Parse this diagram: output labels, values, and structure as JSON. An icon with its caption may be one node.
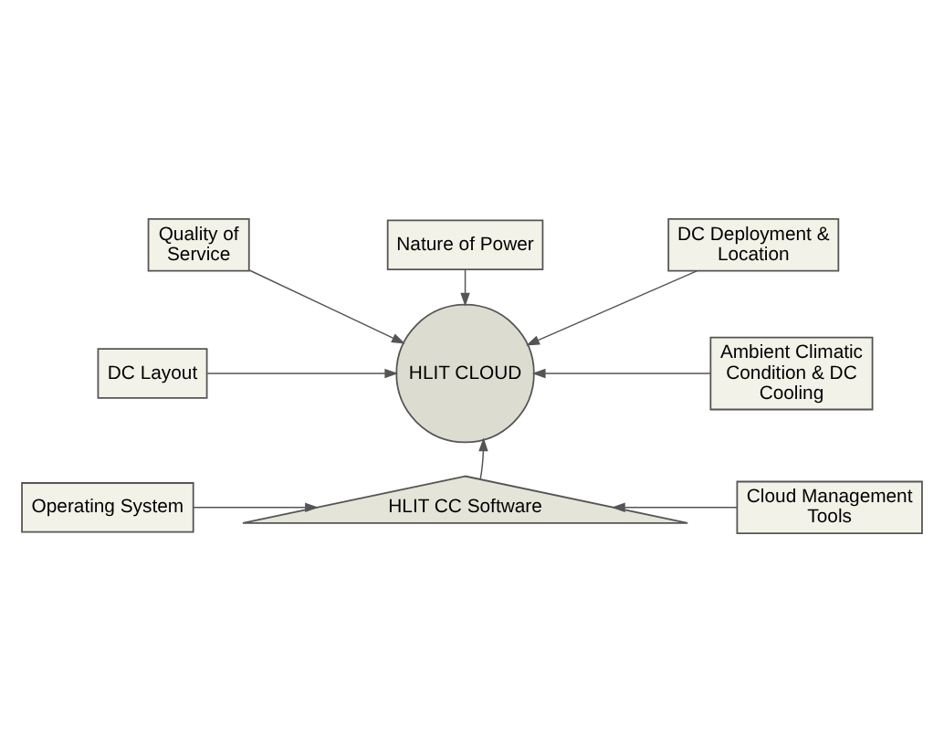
{
  "diagram": {
    "nodes": [
      {
        "text": [
          "Nature of Power"
        ]
      },
      {
        "text": [
          "Quality of Service"
        ]
      },
      {
        "text": [
          "DC Deployment & Location"
        ]
      },
      {
        "text": [
          "HLIT CLOUD"
        ]
      },
      {
        "text": [
          "DC Layout"
        ]
      },
      {
        "text": [
          "Ambient Climatic Condition & DC Cooling"
        ]
      },
      {
        "text": [
          "Operating System"
        ]
      },
      {
        "text": [
          "HLIT CC Software"
        ]
      },
      {
        "text": [
          "Cloud Management Tools"
        ]
      }
    ],
    "edges": [
      {
        "from": 0,
        "to": 3,
        "arrow": "to"
      },
      {
        "from": 1,
        "to": 3,
        "arrow": "to"
      },
      {
        "from": 2,
        "to": 3,
        "arrow": "to"
      },
      {
        "from": 4,
        "to": 3,
        "arrow": "to"
      },
      {
        "from": 5,
        "to": 3,
        "arrow": "to"
      },
      {
        "from": 7,
        "to": 3,
        "arrow": "to"
      },
      {
        "from": 6,
        "to": 7,
        "arrow": "to"
      },
      {
        "from": 8,
        "to": 7,
        "arrow": "to"
      }
    ]
  }
}
